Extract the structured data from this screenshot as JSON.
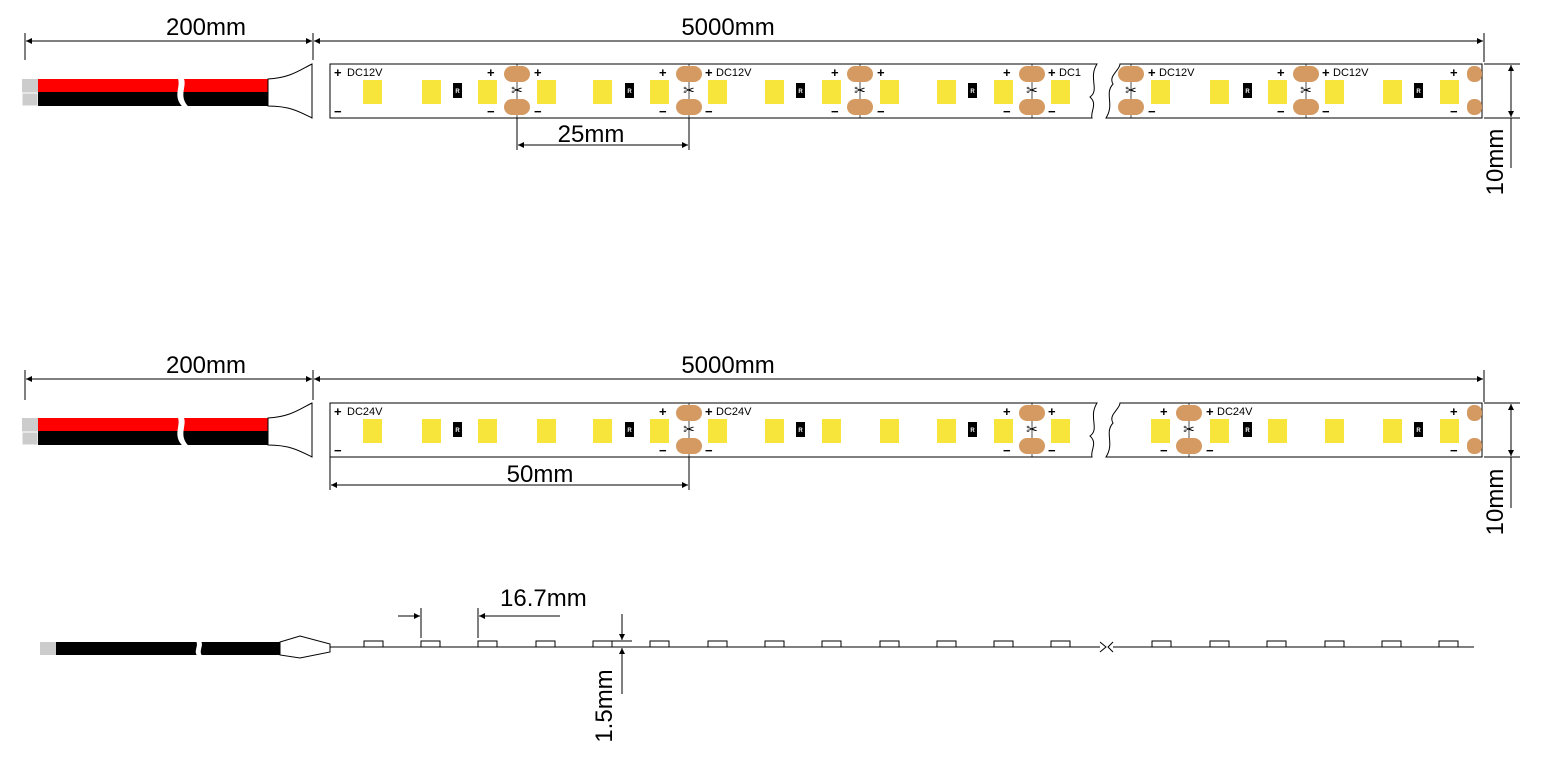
{
  "colors": {
    "led": "#f7e53c",
    "pad": "#d49a62",
    "wire_red": "#ff0000",
    "wire_black": "#000000",
    "wire_tip": "#cccccc",
    "resistor": "#000000",
    "outline": "#000000"
  },
  "strip_12v": {
    "lead_length": "200mm",
    "strip_length": "5000mm",
    "cut_interval": "25mm",
    "width": "10mm",
    "plus": "+",
    "minus": "−",
    "resistor_mark": "R",
    "voltage_labels": [
      "DC12V",
      "DC12V",
      "DC1",
      "DC12V",
      "DC12V"
    ]
  },
  "strip_24v": {
    "lead_length": "200mm",
    "strip_length": "5000mm",
    "cut_interval": "50mm",
    "width": "10mm",
    "plus": "+",
    "minus": "−",
    "resistor_mark": "R",
    "voltage_labels": [
      "DC24V",
      "DC24V",
      "DC24V"
    ]
  },
  "side_view": {
    "led_pitch": "16.7mm",
    "thickness": "1.5mm"
  }
}
